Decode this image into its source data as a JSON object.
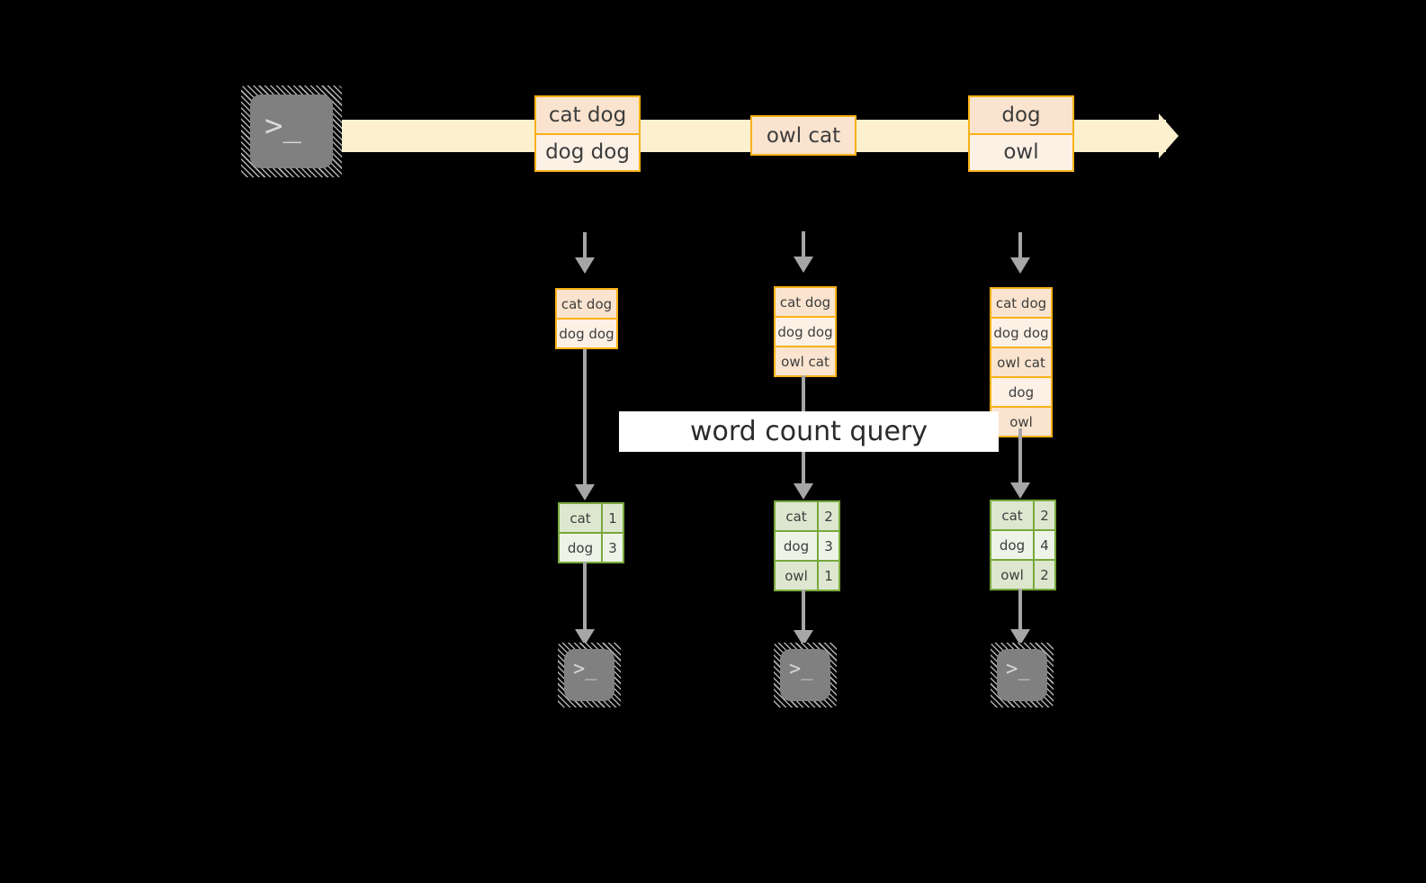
{
  "diagram": {
    "title_label": "word count query",
    "colors": {
      "background": "#000000",
      "stream_arrow": "#fdf0cf",
      "event_border": "#f9b118",
      "event_fill_dark": "#fae4cf",
      "event_fill_light": "#fdf1e6",
      "table_border": "#77a83b",
      "table_fill_dark": "#dde7cf",
      "table_fill_light": "#eef3e7",
      "connector": "#a6a6a6",
      "terminal_fill": "#808080",
      "label_fill": "#ffffff"
    },
    "source": {
      "icon": "terminal-icon",
      "glyph": ">_"
    },
    "stream": {
      "events": [
        {
          "lines": [
            "cat dog",
            "dog dog"
          ]
        },
        {
          "lines": [
            "owl cat"
          ]
        },
        {
          "lines": [
            "dog",
            "owl"
          ]
        }
      ]
    },
    "snapshots": [
      {
        "lines": [
          "cat dog",
          "dog dog"
        ]
      },
      {
        "lines": [
          "cat dog",
          "dog dog",
          "owl cat"
        ]
      },
      {
        "lines": [
          "cat dog",
          "dog dog",
          "owl cat",
          "dog",
          "owl"
        ]
      }
    ],
    "results": [
      {
        "rows": [
          {
            "word": "cat",
            "count": "1"
          },
          {
            "word": "dog",
            "count": "3"
          }
        ]
      },
      {
        "rows": [
          {
            "word": "cat",
            "count": "2"
          },
          {
            "word": "dog",
            "count": "3"
          },
          {
            "word": "owl",
            "count": "1"
          }
        ]
      },
      {
        "rows": [
          {
            "word": "cat",
            "count": "2"
          },
          {
            "word": "dog",
            "count": "4"
          },
          {
            "word": "owl",
            "count": "2"
          }
        ]
      }
    ],
    "sinks": [
      {
        "icon": "terminal-icon",
        "glyph": ">_"
      },
      {
        "icon": "terminal-icon",
        "glyph": ">_"
      },
      {
        "icon": "terminal-icon",
        "glyph": ">_"
      }
    ]
  }
}
